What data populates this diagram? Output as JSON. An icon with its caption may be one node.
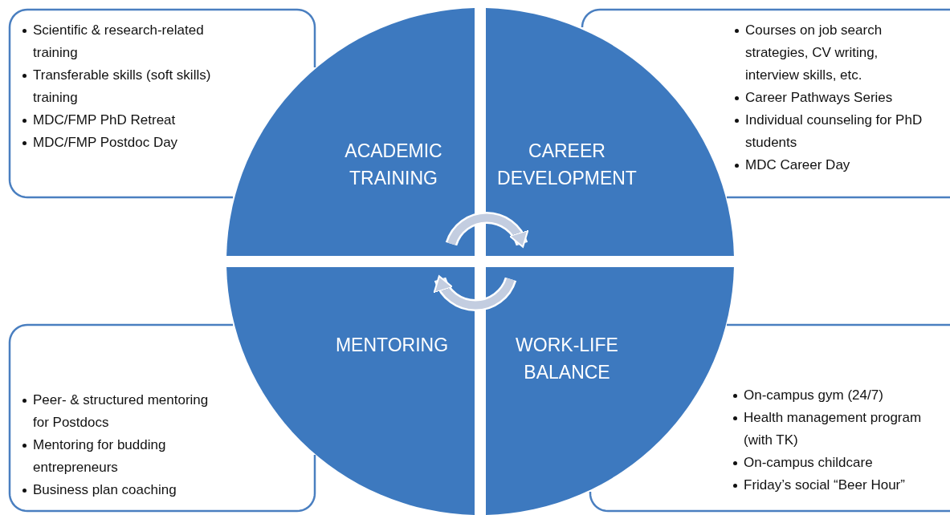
{
  "diagram": {
    "nodes": [
      {
        "text": [
          "ACADEMIC TRAINING"
        ]
      },
      {
        "text": [
          "CAREER DEVELOPMENT"
        ]
      },
      {
        "text": [
          "MENTORING"
        ]
      },
      {
        "text": [
          "WORK-LIFE BALANCE"
        ]
      },
      {
        "text": [
          "Scientific & research-related training",
          "Transferable skills (soft skills) training",
          "MDC/FMP PhD Retreat",
          "MDC/FMP Postdoc Day"
        ]
      },
      {
        "text": [
          "Courses on job search strategies, CV writing, interview skills, etc.",
          "Career Pathways Series",
          "Individual counseling for PhD students",
          "MDC Career Day"
        ]
      },
      {
        "text": [
          "Peer- & structured mentoring for Postdocs",
          "Mentoring for budding entrepreneurs",
          "Business plan coaching"
        ]
      },
      {
        "text": [
          "On-campus gym (24/7)",
          "Health management program (with TK)",
          "On-campus childcare",
          "Friday’s social “Beer Hour”"
        ]
      }
    ],
    "edges": [
      {
        "from": 0,
        "to": 1,
        "arrow": "to"
      },
      {
        "from": 3,
        "to": 2,
        "arrow": "to"
      }
    ]
  }
}
